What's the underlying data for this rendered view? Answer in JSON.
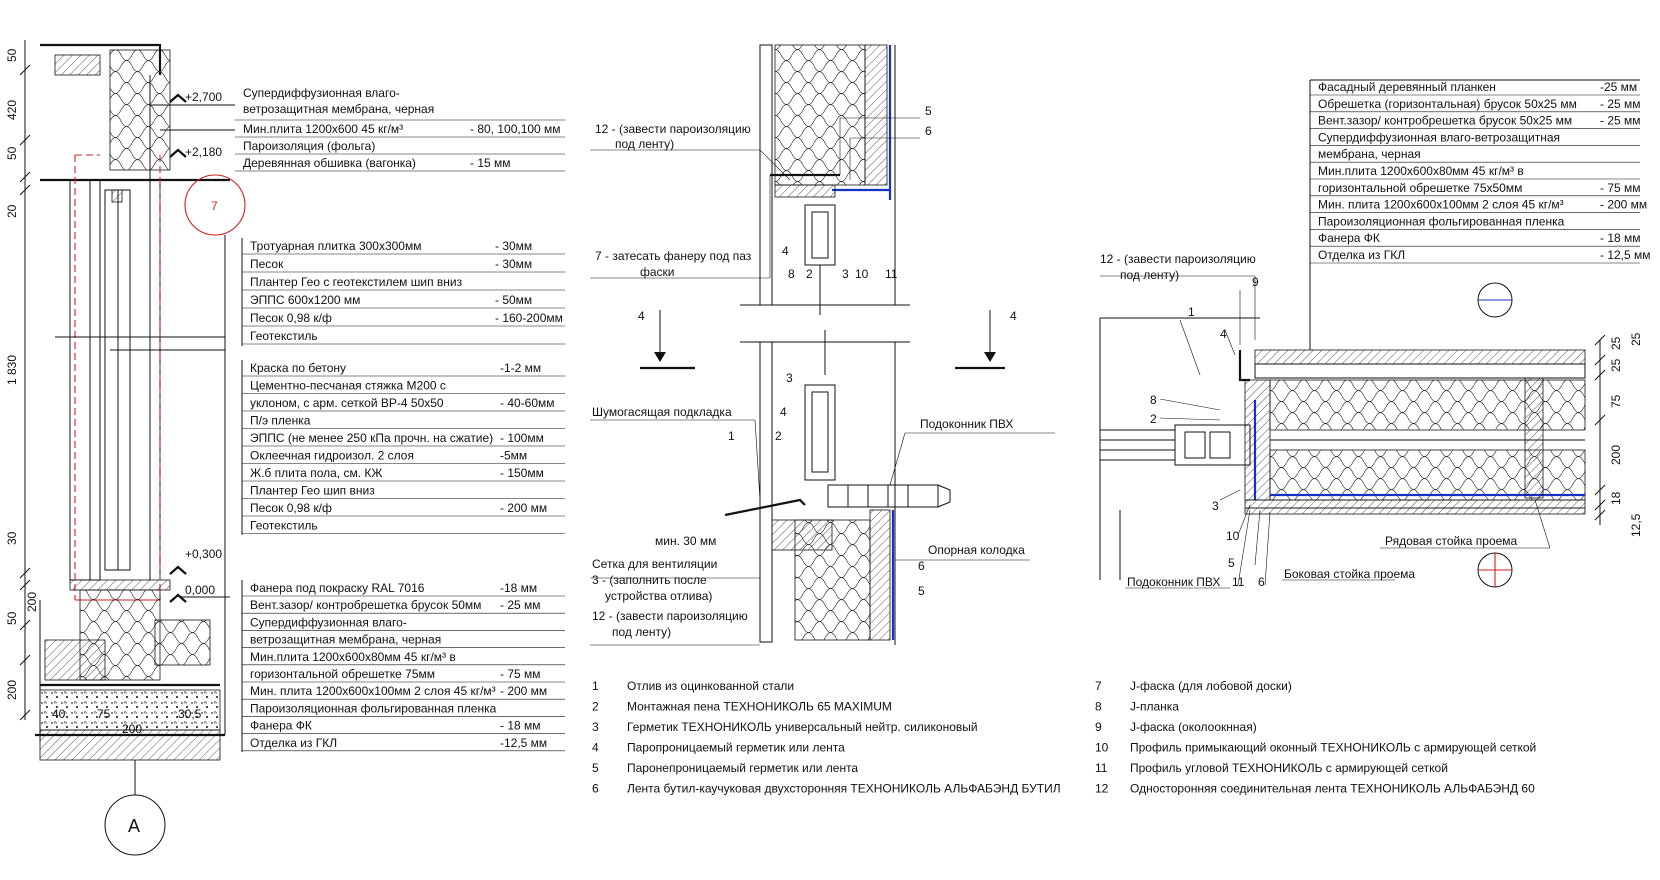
{
  "detail_a": {
    "levels": [
      "+2,700",
      "+2,180",
      "+0,300",
      "0,000"
    ],
    "callout_mark": "7",
    "section_label": "A",
    "vertical_dims": [
      "50",
      "420",
      "50",
      "20",
      "1 830",
      "30",
      "50",
      "200",
      "200"
    ],
    "horizontal_dims": [
      "40",
      "75",
      "200",
      "30,5"
    ],
    "top_note": {
      "lines": [
        "Супердиффузионная влаго-",
        "ветрозащитная мембрана, черная"
      ],
      "rows": [
        {
          "label": "Мин.плита 1200х600 45 кг/м³",
          "value": "- 80, 100,100 мм"
        },
        {
          "label": "Пароизоляция (фольга)",
          "value": ""
        },
        {
          "label": "Деревянная обшивка (вагонка)",
          "value": "- 15 мм"
        }
      ]
    },
    "floor_stack": [
      {
        "label": "Тротуарная плитка 300х300мм",
        "value": "- 30мм"
      },
      {
        "label": "Песок",
        "value": "- 30мм"
      },
      {
        "label": "Плантер Гео с геотекстилем шип вниз",
        "value": ""
      },
      {
        "label": "ЭППС 600х1200 мм",
        "value": "- 50мм"
      },
      {
        "label": "Песок 0,98 к/ф",
        "value": "- 160-200мм"
      },
      {
        "label": "Геотекстиль",
        "value": ""
      }
    ],
    "slab_stack": [
      {
        "label": "Краска по бетону",
        "value": "-1-2 мм"
      },
      {
        "label": "Цементно-песчаная стяжка М200 с",
        "value": ""
      },
      {
        "label": "уклоном, с арм. сеткой ВР-4 50х50",
        "value": "- 40-60мм"
      },
      {
        "label": "П/э пленка",
        "value": ""
      },
      {
        "label": "ЭППС (не менее 250 кПа прочн. на сжатие)",
        "value": "- 100мм"
      },
      {
        "label": "Оклеечная гидроизол. 2 слоя",
        "value": "-5мм"
      },
      {
        "label": "Ж.б плита пола, см. КЖ",
        "value": "- 150мм"
      },
      {
        "label": "Плантер Гео шип вниз",
        "value": ""
      },
      {
        "label": "Песок 0,98 к/ф",
        "value": "- 200 мм"
      },
      {
        "label": "Геотекстиль",
        "value": ""
      }
    ],
    "wall_stack": [
      {
        "label": "Фанера под покраску RAL 7016",
        "value": "-18 мм"
      },
      {
        "label": "Вент.зазор/ контробрешетка брусок 50мм",
        "value": "- 25 мм"
      },
      {
        "label": "Супердиффузионная влаго-",
        "value": ""
      },
      {
        "label": "ветрозащитная мембрана, черная",
        "value": ""
      },
      {
        "label": "Мин.плита 1200х600х80мм 45 кг/м³ в",
        "value": ""
      },
      {
        "label": "горизонтальной обрешетке 75мм",
        "value": "- 75 мм"
      },
      {
        "label": "Мин. плита 1200х600х100мм 2 слоя 45 кг/м³",
        "value": "- 200 мм"
      },
      {
        "label": "Пароизоляционная фольгированная пленка",
        "value": ""
      },
      {
        "label": "Фанера ФК",
        "value": "- 18 мм"
      },
      {
        "label": "Отделка из ГКЛ",
        "value": "-12,5 мм"
      }
    ]
  },
  "detail_middle": {
    "upper_notes": [
      "12 - (завести пароизоляцию",
      "под ленту)",
      "7 - затесать фанеру под паз",
      "фаски"
    ],
    "upper_marks": [
      "5",
      "6",
      "4",
      "8",
      "2",
      "3",
      "10",
      "11"
    ],
    "cut_label": "4",
    "lower_labels": {
      "noise": "Шумогасящая подкладка",
      "sill": "Подоконник ПВХ",
      "block": "Опорная колодка",
      "min": "мин. 30 мм",
      "vent_lines": [
        "Сетка для вентиляции",
        "3 - (заполнить после",
        "устройства отлива)"
      ],
      "bottom_lines": [
        "12 - (завести пароизоляцию",
        "под ленту)"
      ]
    },
    "lower_marks": [
      "3",
      "1",
      "4",
      "2",
      "6",
      "5"
    ]
  },
  "detail_right": {
    "wall_stack": [
      {
        "label": "Фасадный деревянный планкен",
        "value": "-25 мм"
      },
      {
        "label": "Обрешетка (горизонтальная) брусок 50х25 мм",
        "value": "- 25 мм"
      },
      {
        "label": "Вент.зазор/ контробрешетка брусок 50х25 мм",
        "value": "- 25 мм"
      },
      {
        "label": "Супердиффузионная влаго-ветрозащитная",
        "value": ""
      },
      {
        "label": "мембрана, черная",
        "value": ""
      },
      {
        "label": "Мин.плита 1200х600х80мм 45 кг/м³ в",
        "value": ""
      },
      {
        "label": "горизонтальной обрешетке 75х50мм",
        "value": "- 75 мм"
      },
      {
        "label": "Мин. плита 1200х600х100мм 2 слоя 45 кг/м³",
        "value": "- 200 мм"
      },
      {
        "label": "Пароизоляционная фольгированная пленка",
        "value": ""
      },
      {
        "label": "Фанера ФК",
        "value": "- 18 мм"
      },
      {
        "label": "Отделка из ГКЛ",
        "value": "- 12,5 мм"
      }
    ],
    "note_lines": [
      "12 - (завести пароизоляцию",
      "под ленту)"
    ],
    "marks": [
      "9",
      "1",
      "4",
      "8",
      "2",
      "3",
      "10",
      "5",
      "11",
      "6"
    ],
    "labels": {
      "sill": "Подоконник ПВХ",
      "side": "Боковая стойка проема",
      "row": "Рядовая стойка проема"
    },
    "dims": [
      "25",
      "25",
      "75",
      "200",
      "18",
      "12,5",
      "25"
    ]
  },
  "legend_left": [
    {
      "num": "1",
      "text": "Отлив из оцинкованной стали"
    },
    {
      "num": "2",
      "text": "Монтажная пена ТЕХНОНИКОЛЬ 65 MAXIMUM"
    },
    {
      "num": "3",
      "text": "Герметик ТЕХНОНИКОЛЬ универсальный нейтр. силиконовый"
    },
    {
      "num": "4",
      "text": "Паропроницаемый герметик или лента"
    },
    {
      "num": "5",
      "text": "Паронепроницаемый герметик или лента"
    },
    {
      "num": "6",
      "text": "Лента бутил-каучуковая двухсторонняя ТЕХНОНИКОЛЬ АЛЬФАБЭНД БУТИЛ"
    }
  ],
  "legend_right": [
    {
      "num": "7",
      "text": "J-фаска (для лобовой доски)"
    },
    {
      "num": "8",
      "text": "J-планка"
    },
    {
      "num": "9",
      "text": "J-фаска (околоокнная)"
    },
    {
      "num": "10",
      "text": "Профиль примыкающий оконный ТЕХНОНИКОЛЬ с армирующей сеткой"
    },
    {
      "num": "11",
      "text": "Профиль угловой ТЕХНОНИКОЛЬ с армирующей сеткой"
    },
    {
      "num": "12",
      "text": "Односторонняя соединительная лента ТЕХНОНИКОЛЬ АЛЬФАБЭНД 60"
    }
  ],
  "colors": {
    "line": "#111111",
    "accent_red": "#d21f1f",
    "accent_blue": "#1631c8"
  }
}
